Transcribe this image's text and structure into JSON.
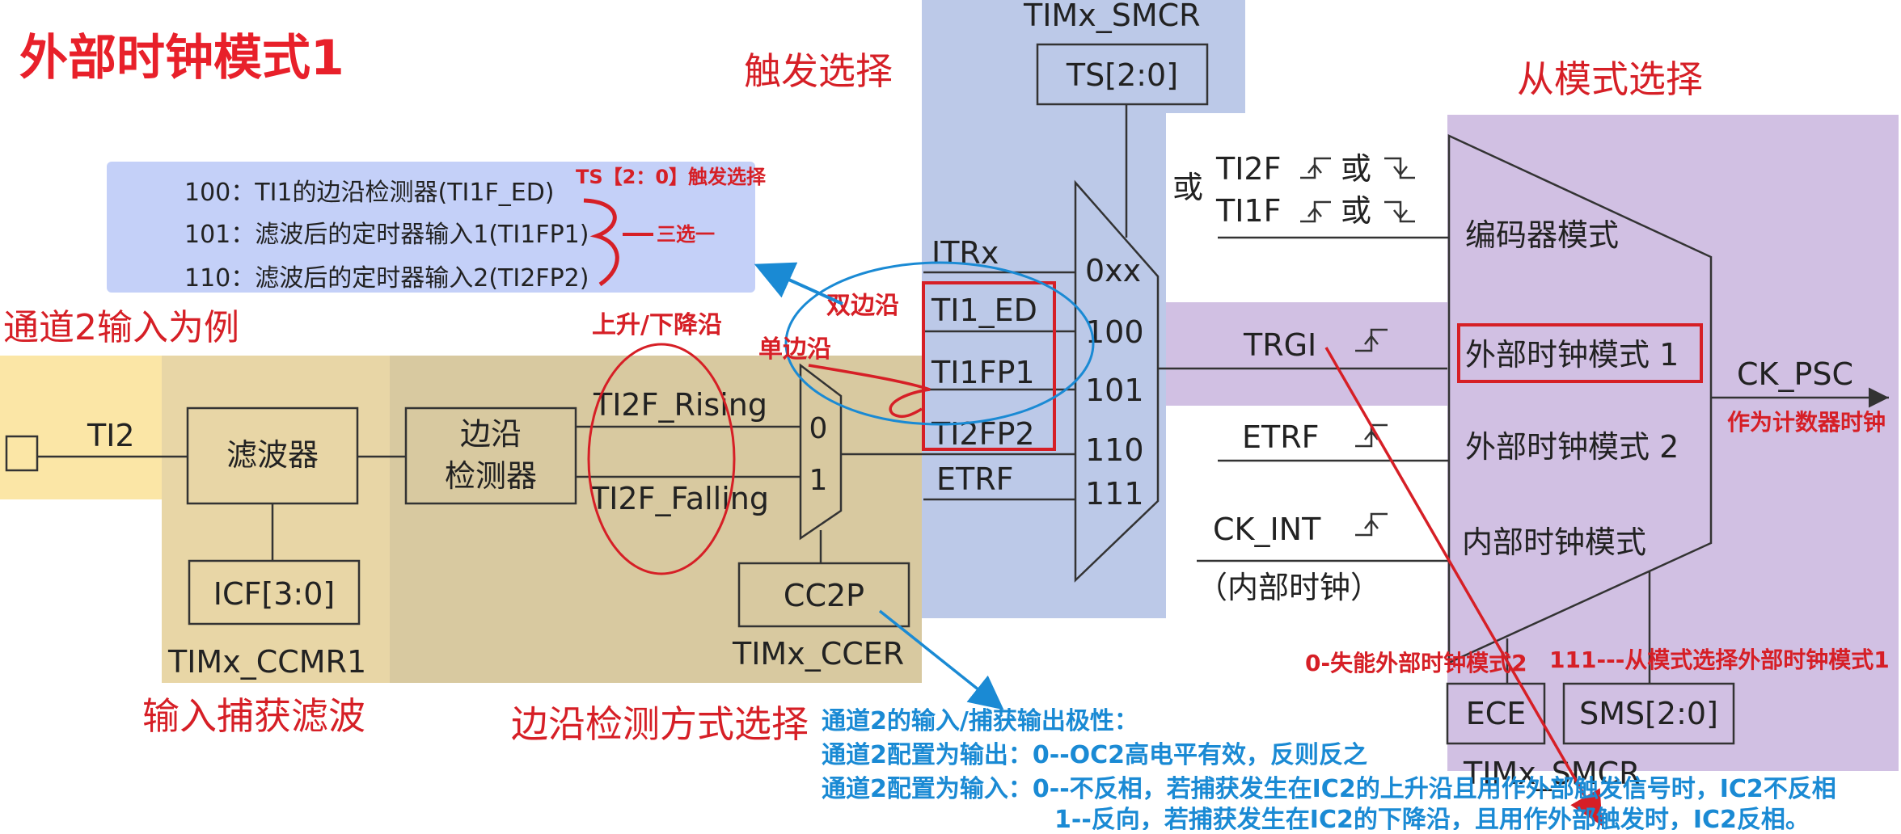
{
  "title": "外部时钟模式1",
  "ts_list": {
    "items": [
      "100：TI1的边沿检测器(TI1F_ED)",
      "101：滤波后的定时器输入1(TI1FP1)",
      "110：滤波后的定时器输入2(TI2FP2)"
    ],
    "ts_note": "TS【2：0】触发选择",
    "choose_note": "三选一"
  },
  "channel_example": "通道2输入为例",
  "input": {
    "ti2": "TI2"
  },
  "filter": {
    "label": "滤波器",
    "icf": "ICF[3:0]",
    "reg": "TIMx_CCMR1",
    "caption": "输入捕获滤波"
  },
  "edge_detector": {
    "line1": "边沿",
    "line2": "检测器",
    "rising": "TI2F_Rising",
    "falling": "TI2F_Falling",
    "mux_0": "0",
    "mux_1": "1",
    "cc2p": "CC2P",
    "reg": "TIMx_CCER",
    "caption": "边沿检测方式选择",
    "rise_fall_note": "上升/下降沿"
  },
  "trigger": {
    "caption": "触发选择",
    "smcr": "TIMx_SMCR",
    "ts": "TS[2:0]",
    "inputs": [
      "ITRx",
      "TI1_ED",
      "TI1FP1",
      "TI2FP2",
      "ETRF"
    ],
    "codes": [
      "0xx",
      "100",
      "101",
      "110",
      "111"
    ],
    "double_edge": "双边沿",
    "single_edge": "单边沿"
  },
  "slave": {
    "caption": "从模式选择",
    "or_left": "或",
    "ti2f": "TI2F",
    "ti1f": "TI1F",
    "or": "或",
    "trgi": "TRGI",
    "etrf": "ETRF",
    "ck_int": "CK_INT",
    "internal_clock": "（内部时钟）",
    "modes": [
      "编码器模式",
      "外部时钟模式 1",
      "外部时钟模式 2",
      "内部时钟模式"
    ],
    "ck_psc": "CK_PSC",
    "ck_psc_note": "作为计数器时钟",
    "ece": "ECE",
    "sms": "SMS[2:0]",
    "reg": "TIMx_SMCR",
    "ece_note": "0-失能外部时钟模式2",
    "sms_note": "111---从模式选择外部时钟模式1"
  },
  "polarity_notes": [
    "通道2的输入/捕获输出极性：",
    "通道2配置为输出：0--OC2高电平有效，反则反之",
    "通道2配置为输入：0--不反相，若捕获发生在IC2的上升沿且用作外部触发信号时，IC2不反相",
    "1--反向，若捕获发生在IC2的下降沿，且用作外部触发时，IC2反相。"
  ],
  "colors": {
    "title_red": "#e8202a",
    "annotation_red": "#d61f26",
    "annotation_blue": "#1a8ad4",
    "yellow": "#fbe6a6",
    "tan": "#e8d6a6",
    "tan_dark": "#d8c9a0",
    "blue_panel": "#bcc9e8",
    "lavender": "#d1c0e3",
    "list_bg": "#c4d0f8"
  }
}
